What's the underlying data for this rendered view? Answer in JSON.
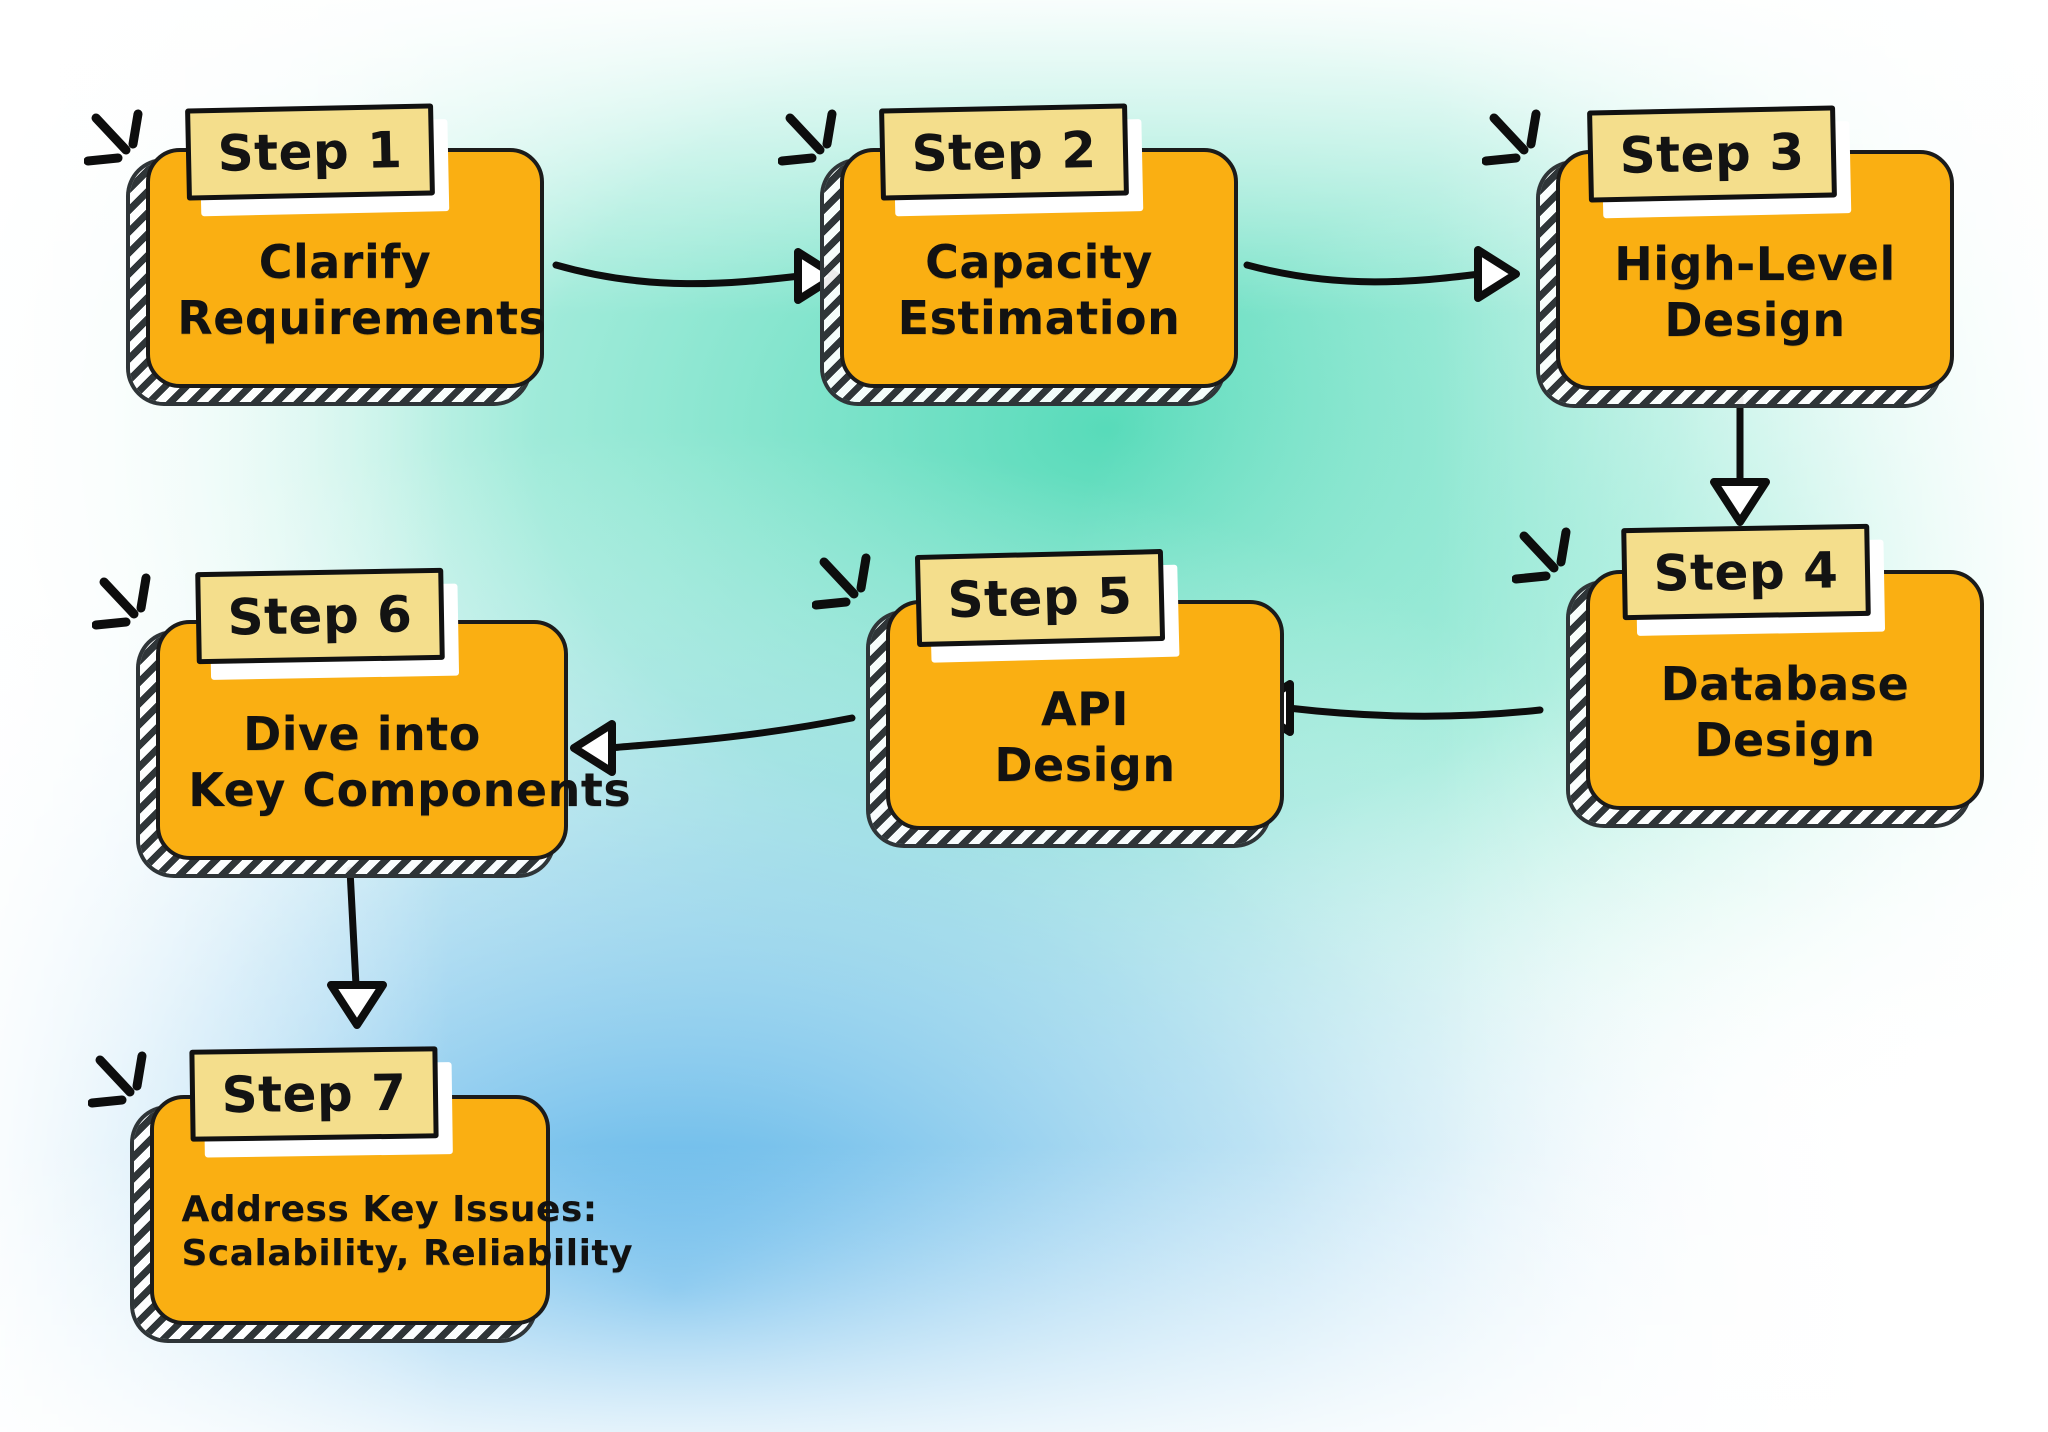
{
  "diagram": {
    "title": "System Design Interview Steps",
    "type": "flowchart",
    "style": "hand-drawn sketch",
    "background": {
      "edge_color": "#ffffff",
      "teal_color": "#67e0c0",
      "blue_color": "#4aa8e0"
    },
    "palette": {
      "card_fill": "#FAAF12",
      "tab_fill": "#F4DE8C",
      "outline": "#111111",
      "hatch_shadow": "#2f3538"
    }
  },
  "nodes": [
    {
      "id": "step1",
      "tab": "Step 1",
      "lines": [
        "Clarify",
        "Requirements"
      ]
    },
    {
      "id": "step2",
      "tab": "Step 2",
      "lines": [
        "Capacity",
        "Estimation"
      ]
    },
    {
      "id": "step3",
      "tab": "Step 3",
      "lines": [
        "High-Level",
        "Design"
      ]
    },
    {
      "id": "step4",
      "tab": "Step 4",
      "lines": [
        "Database",
        "Design"
      ]
    },
    {
      "id": "step5",
      "tab": "Step 5",
      "lines": [
        "API",
        "Design"
      ]
    },
    {
      "id": "step6",
      "tab": "Step 6",
      "lines": [
        "Dive into",
        "Key Components"
      ]
    },
    {
      "id": "step7",
      "tab": "Step 7",
      "lines": [
        "Address Key Issues:",
        "Scalability, Reliability"
      ]
    }
  ],
  "edges": [
    {
      "from": "step1",
      "to": "step2",
      "direction": "right"
    },
    {
      "from": "step2",
      "to": "step3",
      "direction": "right"
    },
    {
      "from": "step3",
      "to": "step4",
      "direction": "down"
    },
    {
      "from": "step4",
      "to": "step5",
      "direction": "left"
    },
    {
      "from": "step5",
      "to": "step6",
      "direction": "left"
    },
    {
      "from": "step6",
      "to": "step7",
      "direction": "down"
    }
  ]
}
